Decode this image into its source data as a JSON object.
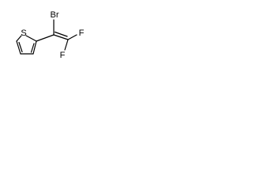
{
  "molecule": {
    "atoms": {
      "sulfur": "S",
      "bromine": "Br",
      "fluorine_upper": "F",
      "fluorine_lower": "F"
    },
    "colors": {
      "background": "#ffffff",
      "bonds": "#000000",
      "labels": "#000000"
    }
  }
}
